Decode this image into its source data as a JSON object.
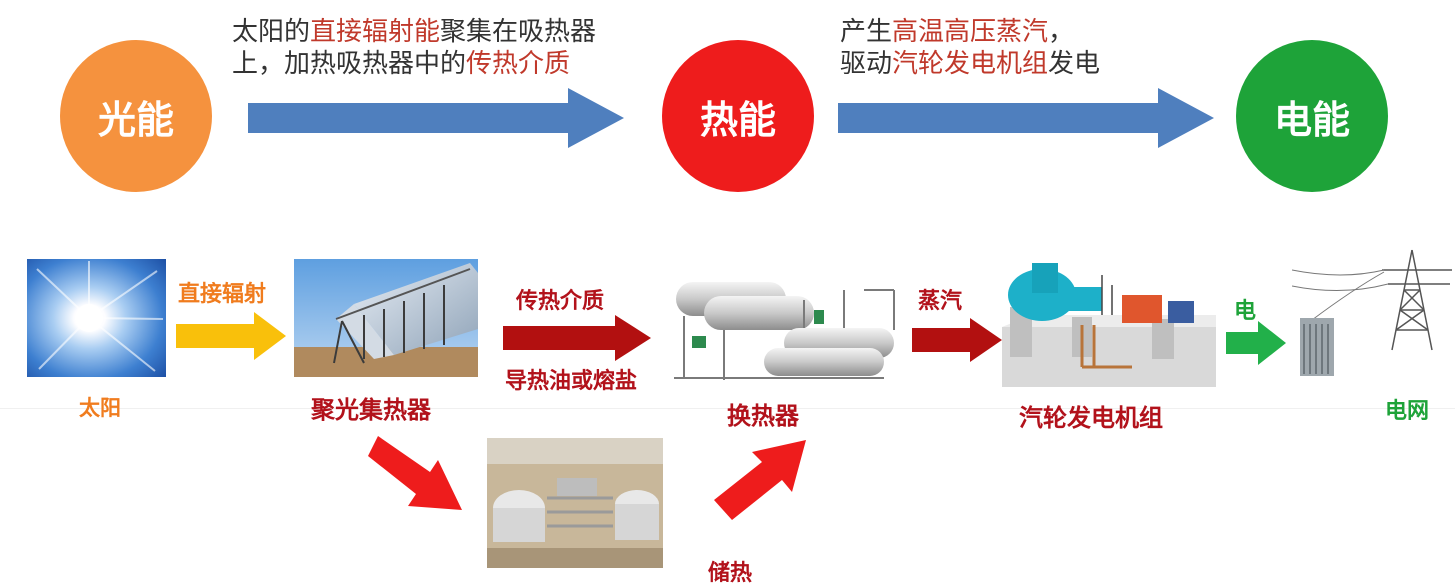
{
  "top": {
    "nodes": [
      {
        "label": "光能",
        "color": "#f5923e"
      },
      {
        "label": "热能",
        "color": "#ee1c1c"
      },
      {
        "label": "电能",
        "color": "#1ea339"
      }
    ],
    "desc1": {
      "line1_a": "太阳的",
      "line1_b": "直接辐射能",
      "line1_c": "聚集在吸热器",
      "line2_a": "上，加热吸热器中的",
      "line2_b": "传热介质"
    },
    "desc2": {
      "line1_a": "产生",
      "line1_b": "高温高压蒸汽",
      "line1_c": "，",
      "line2_a": "驱动",
      "line2_b": "汽轮发电机组",
      "line2_c": "发电"
    },
    "arrow_color": "#4f7fbe"
  },
  "flow": {
    "sun": "太阳",
    "direct_radiation": "直接辐射",
    "collector": "聚光集热器",
    "htf": "传热介质",
    "htf_examples": "导热油或熔盐",
    "heat_exchanger": "换热器",
    "steam": "蒸汽",
    "turbine": "汽轮发电机组",
    "electricity": "电",
    "grid": "电网",
    "storage": "储热"
  },
  "colors": {
    "orange_label": "#f07c1e",
    "dark_red_label": "#b2121b",
    "green_label": "#1ea339",
    "yellow_arrow": "#f9c00b",
    "dark_red_arrow": "#b21010",
    "red_arrow": "#ee1c1c",
    "green_arrow": "#22b04a"
  }
}
